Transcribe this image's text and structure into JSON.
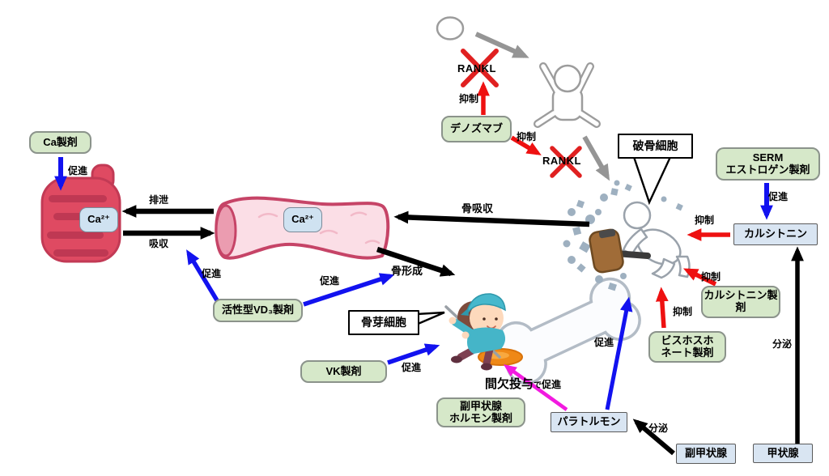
{
  "diagram": {
    "title_hint": "bone-calcium-metabolism-drug-diagram",
    "boxes": {
      "ca_drug": {
        "label": "Ca製剤"
      },
      "active_vd3": {
        "label": "活性型VD₃製剤"
      },
      "denosumab": {
        "label": "デノズマブ"
      },
      "serm": {
        "line1": "SERM",
        "line2": "エストロゲン製剤"
      },
      "calcitonin": {
        "label": "カルシトニン"
      },
      "calcitonin_drug": {
        "line1": "カルシトニン製",
        "line2": "剤"
      },
      "bisphosphonate": {
        "line1": "ビスホスホ",
        "line2": "ネート製剤"
      },
      "vk_drug": {
        "label": "VK製剤"
      },
      "pth_drug": {
        "line1": "副甲状腺",
        "line2": "ホルモン製剤"
      },
      "parathormone": {
        "label": "パラトルモン"
      },
      "parathyroid": {
        "label": "副甲状腺"
      },
      "thyroid": {
        "label": "甲状腺"
      },
      "osteoclast_callout": {
        "label": "破骨細胞"
      },
      "osteoblast_callout": {
        "label": "骨芽細胞"
      },
      "ca_ion": {
        "label": "Ca²⁺"
      }
    },
    "labels": {
      "promote": "促進",
      "inhibit": "抑制",
      "secrete": "分泌",
      "excrete": "排泄",
      "absorb": "吸収",
      "bone_resorption": "骨吸収",
      "bone_formation": "骨形成",
      "rankl": "RANKL",
      "intermittent": "間欠投与",
      "intermittent_de": "で"
    },
    "colors": {
      "green_box": "#d6e8c9",
      "blue_box": "#d9e5f2",
      "arrow_blue": "#1212ef",
      "arrow_red": "#ee1111",
      "arrow_magenta": "#f21ae0",
      "arrow_black": "#000000",
      "arrow_gray": "#959595"
    }
  }
}
